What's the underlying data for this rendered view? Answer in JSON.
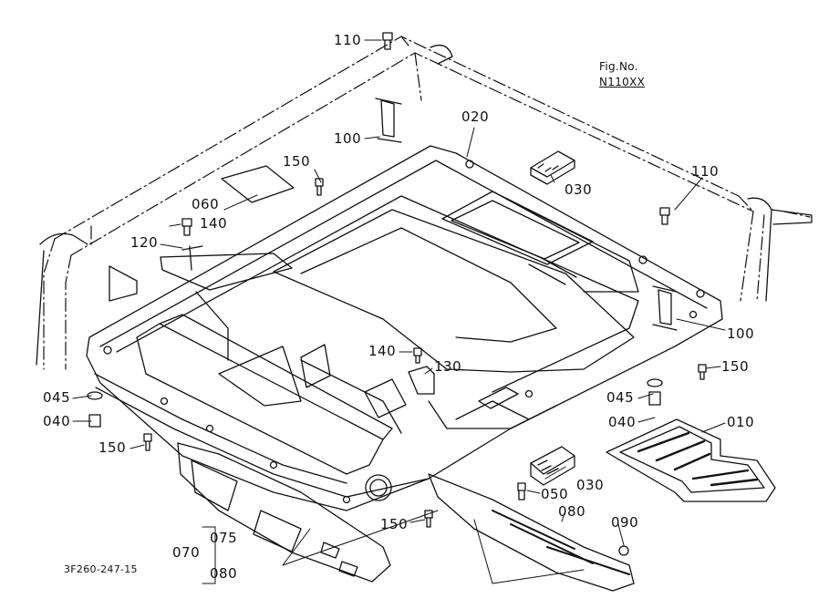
{
  "figure": {
    "fig_label": "Fig.No.",
    "fig_number": "N110XX",
    "drawing_code": "3F260-247-15"
  },
  "callouts": {
    "p110_top": "110",
    "p100_top": "100",
    "p020": "020",
    "p150_top": "150",
    "p030_top": "030",
    "p110_right": "110",
    "p060": "060",
    "p140_left": "140",
    "p120": "120",
    "p100_right": "100",
    "p140_mid": "140",
    "p130": "130",
    "p150_right": "150",
    "p045_left": "045",
    "p045_right": "045",
    "p040_left": "040",
    "p040_right": "040",
    "p010": "010",
    "p150_left": "150",
    "p030_bottom": "030",
    "p050": "050",
    "p080_right": "080",
    "p090": "090",
    "p150_bottom": "150",
    "p075": "075",
    "p070": "070",
    "p080_left": "080"
  }
}
